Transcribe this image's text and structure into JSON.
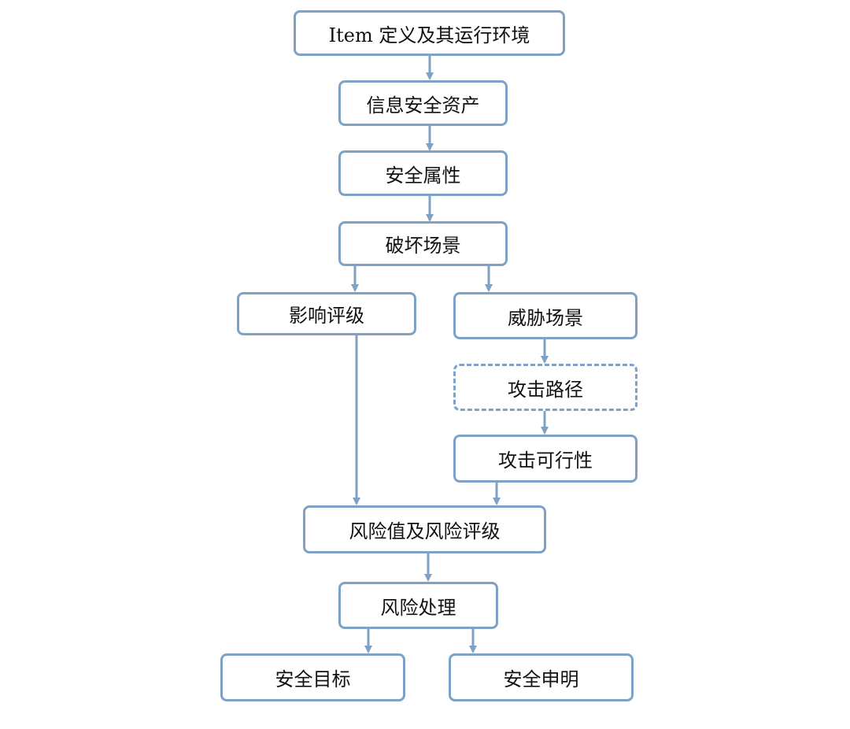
{
  "diagram": {
    "nodes": {
      "item_definition": "Item 定义及其运行环境",
      "info_security_asset": "信息安全资产",
      "security_attribute": "安全属性",
      "damage_scenario": "破坏场景",
      "impact_rating": "影响评级",
      "threat_scenario": "威胁场景",
      "attack_path": "攻击路径",
      "attack_feasibility": "攻击可行性",
      "risk_value_rating": "风险值及风险评级",
      "risk_treatment": "风险处理",
      "security_goal": "安全目标",
      "security_claim": "安全申明"
    },
    "edges": [
      {
        "from": "item_definition",
        "to": "info_security_asset"
      },
      {
        "from": "info_security_asset",
        "to": "security_attribute"
      },
      {
        "from": "security_attribute",
        "to": "damage_scenario"
      },
      {
        "from": "damage_scenario",
        "to": "impact_rating"
      },
      {
        "from": "damage_scenario",
        "to": "threat_scenario"
      },
      {
        "from": "threat_scenario",
        "to": "attack_path"
      },
      {
        "from": "attack_path",
        "to": "attack_feasibility"
      },
      {
        "from": "impact_rating",
        "to": "risk_value_rating"
      },
      {
        "from": "attack_feasibility",
        "to": "risk_value_rating"
      },
      {
        "from": "risk_value_rating",
        "to": "risk_treatment"
      },
      {
        "from": "risk_treatment",
        "to": "security_goal"
      },
      {
        "from": "risk_treatment",
        "to": "security_claim"
      }
    ],
    "colors": {
      "stroke": "#7ea1c6",
      "text": "#111111",
      "background": "#ffffff"
    }
  }
}
